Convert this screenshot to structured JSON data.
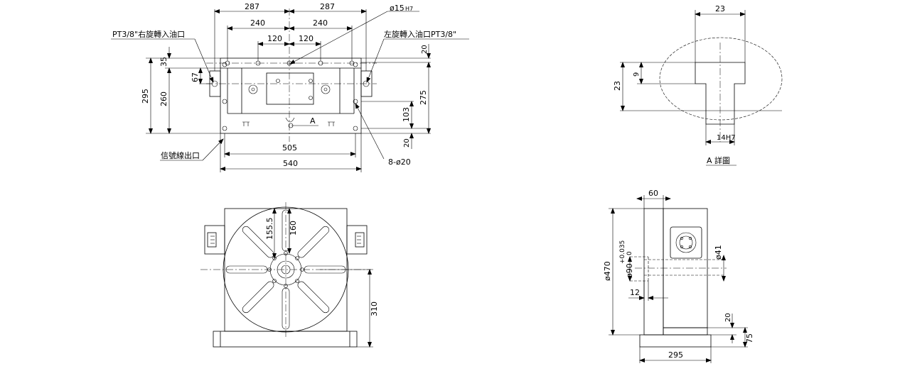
{
  "front_view": {
    "dim_287_left": "287",
    "dim_287_right": "287",
    "dim_240_left": "240",
    "dim_240_right": "240",
    "dim_120_left": "120",
    "dim_120_right": "120",
    "dim_phi15": "ø15",
    "dim_phi15_tol": "H7",
    "label_right_inlet": "PT3/8\"右旋轉入油口",
    "label_left_inlet": "左旋轉入油口PT3/8\"",
    "dim_35": "35",
    "dim_67": "67",
    "dim_295": "295",
    "dim_260": "260",
    "dim_20_top": "20",
    "dim_275": "275",
    "dim_103": "103",
    "dim_20_bottom": "20",
    "label_A": "A",
    "dim_505": "505",
    "dim_540": "540",
    "label_signal_outlet": "信號線出口",
    "label_holes": "8-ø20"
  },
  "detail_A": {
    "dim_23_top": "23",
    "dim_23_left": "23",
    "dim_9": "9",
    "dim_14h7": "14H7",
    "title": "A 詳圖"
  },
  "top_view": {
    "dim_155_5": "155.5",
    "dim_160": "160",
    "dim_310": "310"
  },
  "side_view": {
    "dim_60": "60",
    "dim_phi470": "ø470",
    "dim_phi90": "ø90",
    "dim_phi90_tol_upper": "+0.035",
    "dim_phi90_tol_lower": "0",
    "dim_phi41": "ø41",
    "dim_12": "12",
    "dim_20": "20",
    "dim_75": "75",
    "dim_295": "295"
  }
}
